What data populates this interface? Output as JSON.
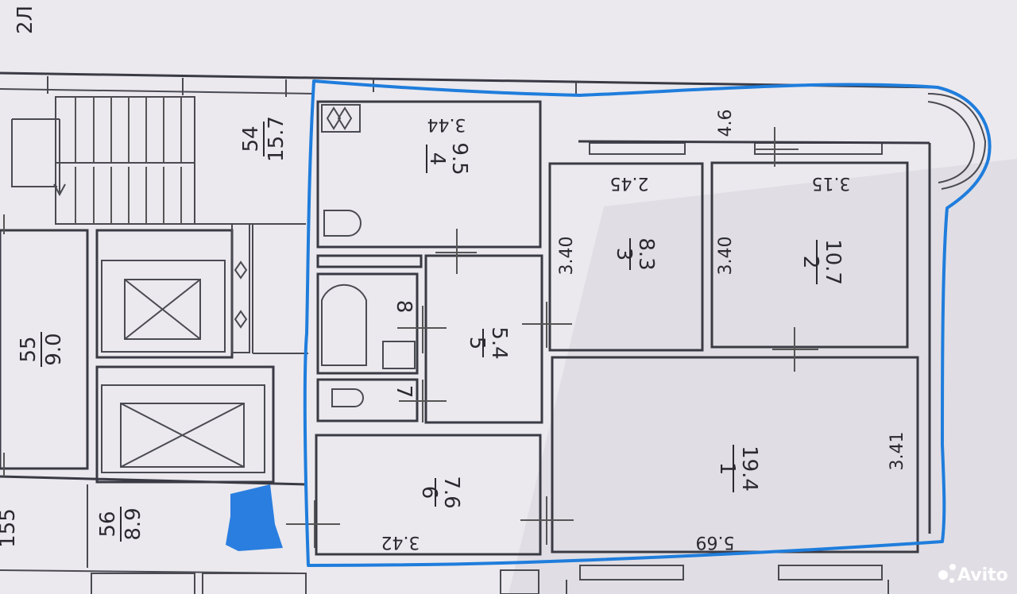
{
  "stamp": "2Л",
  "rooms": [
    {
      "id": "4",
      "area": "9.5",
      "dim": "3.44"
    },
    {
      "id": "3",
      "area": "8.3",
      "dim_top": "2.45",
      "dim_side": "3.40"
    },
    {
      "id": "2",
      "area": "10.7",
      "dim_top": "3.15",
      "dim_side": "3.40"
    },
    {
      "id": "5",
      "area": "5.4"
    },
    {
      "id": "8"
    },
    {
      "id": "7"
    },
    {
      "id": "6",
      "area": "7.6",
      "dim": "3.42"
    },
    {
      "id": "1",
      "area": "19.4",
      "dim_bottom": "5.69",
      "dim_side": "3.41"
    }
  ],
  "balcony_dim": "4.6",
  "neighbors": [
    {
      "num": "54",
      "area": "15.7"
    },
    {
      "num": "55",
      "area": "9.0"
    },
    {
      "num": "56",
      "area": "8.9"
    },
    {
      "num": "155"
    }
  ],
  "watermark": "Avito",
  "colors": {
    "outline": "#1f7ddc",
    "paper": "#e9e7ec",
    "ink": "#3a3a44"
  }
}
